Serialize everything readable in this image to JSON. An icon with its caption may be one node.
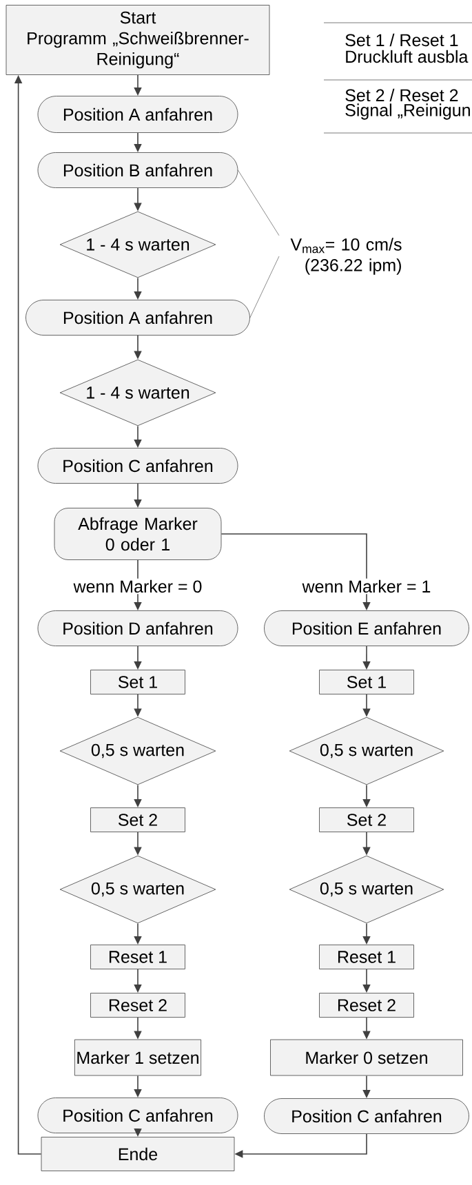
{
  "diagram": {
    "nodes": [
      {
        "text": [
          "Start",
          "Programm „Schweißbrenner-Reinigung“"
        ]
      },
      {
        "text": [
          "Position A anfahren"
        ]
      },
      {
        "text": [
          "Position B anfahren"
        ]
      },
      {
        "text": [
          "1 - 4 s warten"
        ]
      },
      {
        "text": [
          "Position A anfahren"
        ]
      },
      {
        "text": [
          "1 - 4 s warten"
        ]
      },
      {
        "text": [
          "Position C anfahren"
        ]
      },
      {
        "text": [
          "Abfrage Marker 0 oder 1"
        ]
      },
      {
        "text": [
          "Position D anfahren"
        ]
      },
      {
        "text": [
          "Set 1"
        ]
      },
      {
        "text": [
          "0,5 s warten"
        ]
      },
      {
        "text": [
          "Set 2"
        ]
      },
      {
        "text": [
          "0,5 s warten"
        ]
      },
      {
        "text": [
          "Reset 1"
        ]
      },
      {
        "text": [
          "Reset 2"
        ]
      },
      {
        "text": [
          "Marker 1 setzen"
        ]
      },
      {
        "text": [
          "Position C anfahren"
        ]
      },
      {
        "text": [
          "Position E anfahren"
        ]
      },
      {
        "text": [
          "Set 1"
        ]
      },
      {
        "text": [
          "0,5 s warten"
        ]
      },
      {
        "text": [
          "Set 2"
        ]
      },
      {
        "text": [
          "0,5 s warten"
        ]
      },
      {
        "text": [
          "Reset 1"
        ]
      },
      {
        "text": [
          "Reset 2"
        ]
      },
      {
        "text": [
          "Marker 0 setzen"
        ]
      },
      {
        "text": [
          "Position C anfahren"
        ]
      },
      {
        "text": [
          "Ende"
        ]
      },
      {
        "text": [
          "V$_{max}$= 10 cm/s (236.22 ipm)"
        ]
      }
    ],
    "edges": [
      {
        "from": 0,
        "to": 1,
        "arrow": "to"
      },
      {
        "from": 1,
        "to": 2,
        "arrow": "to"
      },
      {
        "from": 2,
        "to": 3,
        "arrow": "to"
      },
      {
        "from": 3,
        "to": 4,
        "arrow": "to"
      },
      {
        "from": 4,
        "to": 5,
        "arrow": "to"
      },
      {
        "from": 5,
        "to": 6,
        "arrow": "to"
      },
      {
        "from": 6,
        "to": 7,
        "arrow": "to"
      },
      {
        "from": 7,
        "to": 8,
        "arrow": "to",
        "label": "wenn Marker = 0"
      },
      {
        "from": 8,
        "to": 9,
        "arrow": "to"
      },
      {
        "from": 9,
        "to": 10,
        "arrow": "to"
      },
      {
        "from": 10,
        "to": 11,
        "arrow": "to"
      },
      {
        "from": 11,
        "to": 12,
        "arrow": "to"
      },
      {
        "from": 12,
        "to": 13,
        "arrow": "to"
      },
      {
        "from": 13,
        "to": 14,
        "arrow": "to"
      },
      {
        "from": 14,
        "to": 15,
        "arrow": "to"
      },
      {
        "from": 15,
        "to": 16,
        "arrow": "to"
      },
      {
        "from": 16,
        "to": 26,
        "arrow": "to"
      },
      {
        "from": 7,
        "to": 17,
        "arrow": "to",
        "label": "wenn Marker = 1"
      },
      {
        "from": 17,
        "to": 18,
        "arrow": "to"
      },
      {
        "from": 18,
        "to": 19,
        "arrow": "to"
      },
      {
        "from": 19,
        "to": 20,
        "arrow": "to"
      },
      {
        "from": 20,
        "to": 21,
        "arrow": "to"
      },
      {
        "from": 21,
        "to": 22,
        "arrow": "to"
      },
      {
        "from": 22,
        "to": 23,
        "arrow": "to"
      },
      {
        "from": 23,
        "to": 24,
        "arrow": "to"
      },
      {
        "from": 24,
        "to": 25,
        "arrow": "to"
      },
      {
        "from": 25,
        "to": 26,
        "arrow": "to"
      },
      {
        "from": 26,
        "to": 0,
        "arrow": "to"
      },
      {
        "from": 27,
        "to": 2,
        "arrow": "none"
      },
      {
        "from": 27,
        "to": 4,
        "arrow": "none"
      }
    ],
    "labels": [
      "Set 1 / Reset 1",
      "Druckluft ausbla",
      "Set 2 / Reset 2",
      "Signal „Reinigun"
    ]
  }
}
